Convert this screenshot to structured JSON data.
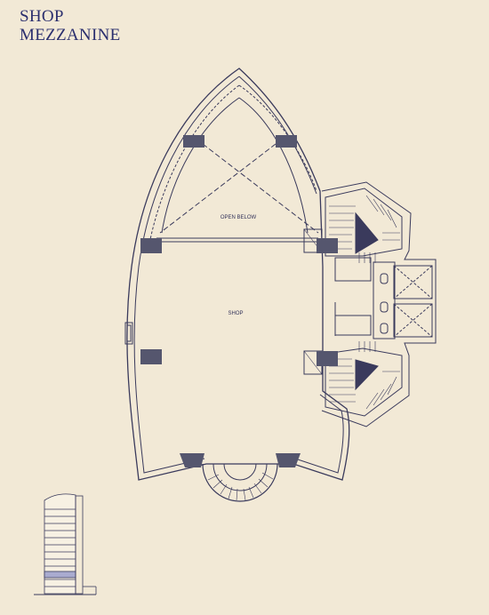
{
  "header": {
    "title_line1": "SHOP",
    "title_line2": "MEZZANINE"
  },
  "plan": {
    "labels": {
      "open_below": "OPEN BELOW",
      "shop": "SHOP"
    },
    "colors": {
      "background": "#f2e9d6",
      "wall": "#3a3a5c",
      "column": "#55566e",
      "title": "#2b2f6e",
      "floor_highlight": "#a9abcf"
    }
  }
}
